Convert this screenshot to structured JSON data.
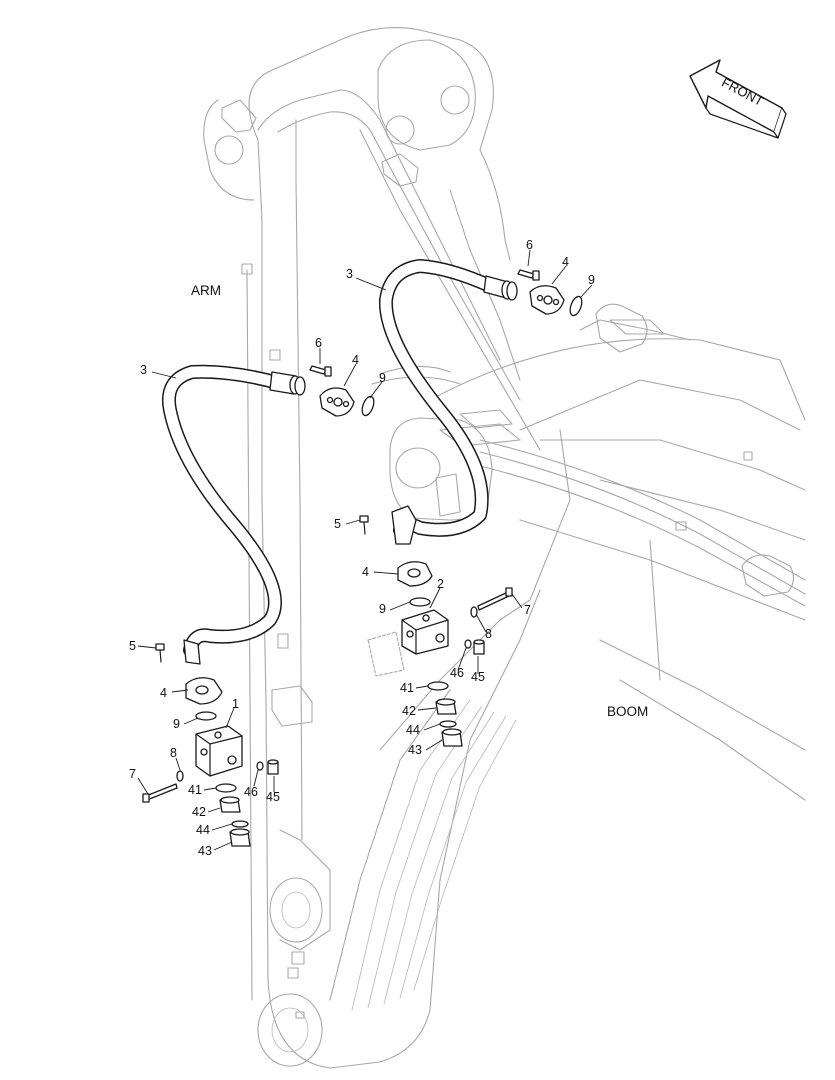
{
  "labels": {
    "arm": "ARM",
    "boom": "BOOM",
    "front": "FRONT"
  },
  "callouts": {
    "upper_hose": "3",
    "upper_bolt": "6",
    "upper_flange": "4",
    "upper_oring": "9",
    "left_hose": "3",
    "left_bolt": "6",
    "left_flange": "4",
    "left_oring": "9",
    "left_block": "1",
    "left_block_bolt": "5",
    "left_block_flange": "4",
    "left_block_oring": "9",
    "left_washer": "8",
    "left_long_bolt": "7",
    "left_plug": "46",
    "left_cap": "45",
    "left_ring": "41",
    "left_nut_a": "42",
    "left_ring_b": "44",
    "left_nut_b": "43",
    "right_block": "2",
    "right_block_bolt": "5",
    "right_block_flange": "4",
    "right_block_oring": "9",
    "right_long_bolt": "7",
    "right_washer": "8",
    "right_plug": "46",
    "right_cap": "45",
    "right_ring": "41",
    "right_nut_a": "42",
    "right_ring_b": "44",
    "right_nut_b": "43"
  },
  "icons": {
    "front_arrow": "front-arrow-icon"
  }
}
